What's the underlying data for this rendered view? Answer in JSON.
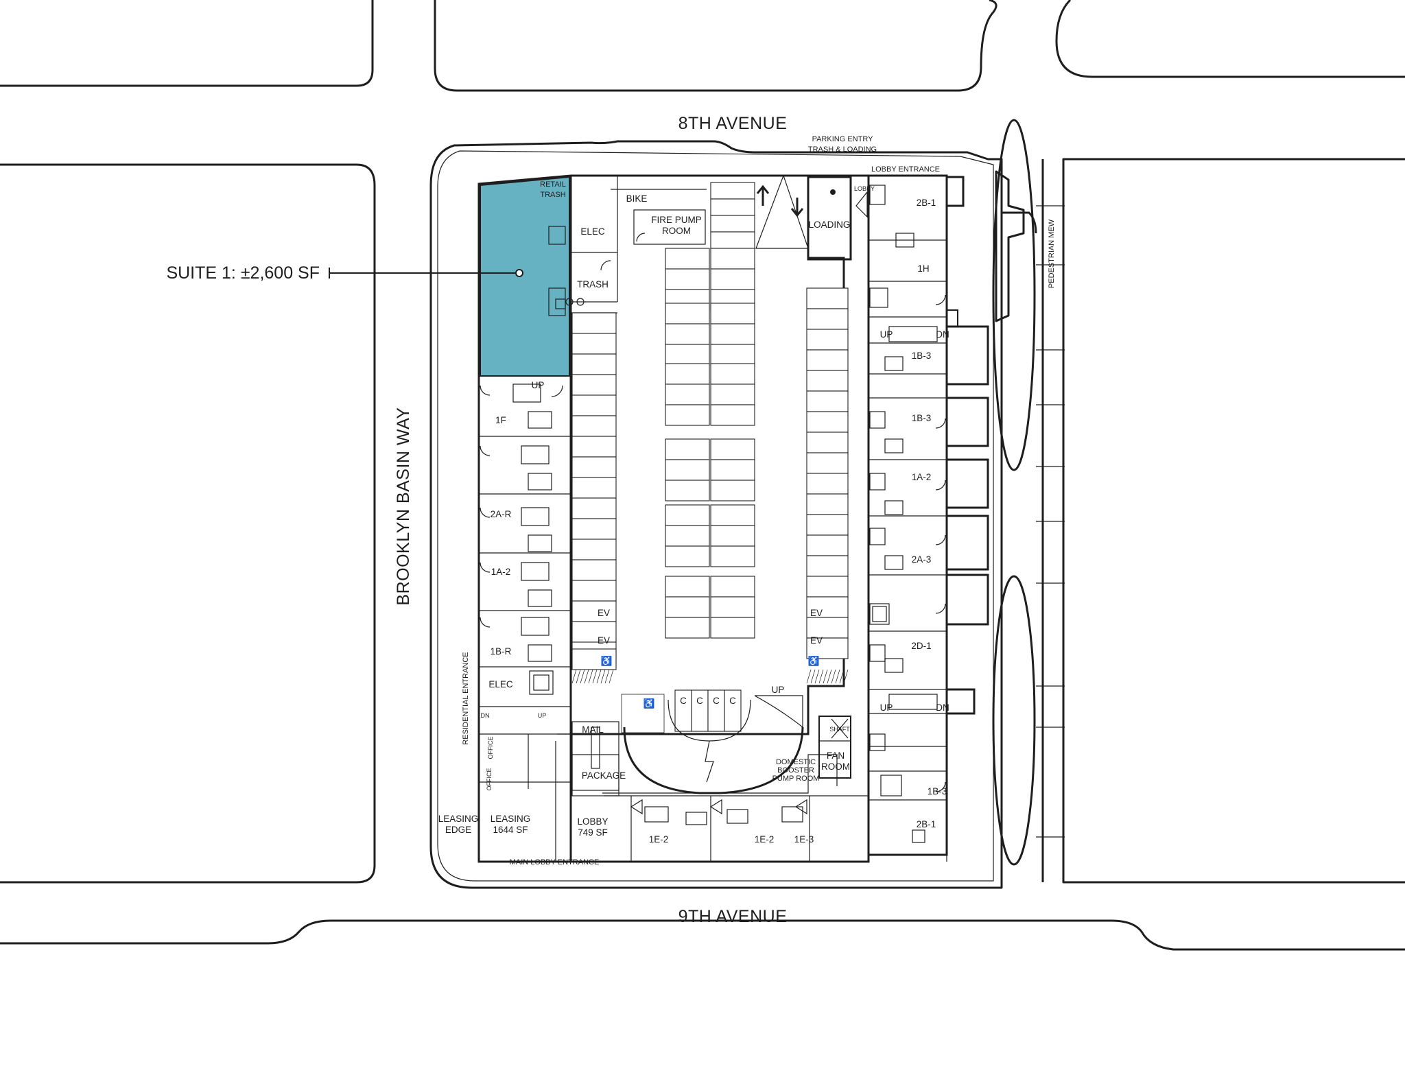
{
  "streets": {
    "north": "8TH AVENUE",
    "south": "9TH AVENUE",
    "west": "BROOKLYN BASIN WAY",
    "east": "PEDESTRIAN MEW"
  },
  "callout": {
    "label": "SUITE 1: ±2,600 SF",
    "highlight_color": "#66b2c2"
  },
  "entrances": {
    "parking": "PARKING ENTRY",
    "trash_loading": "TRASH & LOADING",
    "lobby": "LOBBY ENTRANCE",
    "main_lobby": "MAIN LOBBY ENTRANCE",
    "residential": "RESIDENTIAL ENTRANCE"
  },
  "rooms": {
    "retail_trash_1": "RETAIL",
    "retail_trash_2": "TRASH",
    "bike": "BIKE",
    "fire_pump_1": "FIRE PUMP",
    "fire_pump_2": "ROOM",
    "elec_north": "ELEC",
    "trash": "TRASH",
    "loading": "LOADING",
    "lobby_small": "LOBBY",
    "elec_west": "ELEC",
    "office_1": "OFFICE",
    "office_2": "OFFICE",
    "mail": "MAIL",
    "package": "PACKAGE",
    "leasing_edge_1": "LEASING",
    "leasing_edge_2": "EDGE",
    "leasing_1": "LEASING",
    "leasing_2": "1644 SF",
    "lobby_1": "LOBBY",
    "lobby_2": "749 SF",
    "booster_1": "DOMESTIC",
    "booster_2": "BOOSTER",
    "booster_3": "PUMP ROOM",
    "fan_1": "FAN",
    "fan_2": "ROOM",
    "shaft": "SHAFT",
    "garage_up": "UP",
    "stair_dn": "DN",
    "stair_up": "UP"
  },
  "units_west": [
    "1F",
    "2A-R",
    "1A-2",
    "1B-R"
  ],
  "units_east": [
    "2B-1",
    "1H",
    "1B-3",
    "1B-3",
    "1A-2",
    "2A-3",
    "2D-1",
    "1B-3",
    "2B-1"
  ],
  "units_south": [
    "1E-2",
    "1E-2",
    "1E-3"
  ],
  "parking": {
    "ev_label": "EV",
    "compact_label": "C",
    "accessible_symbol": "♿"
  }
}
